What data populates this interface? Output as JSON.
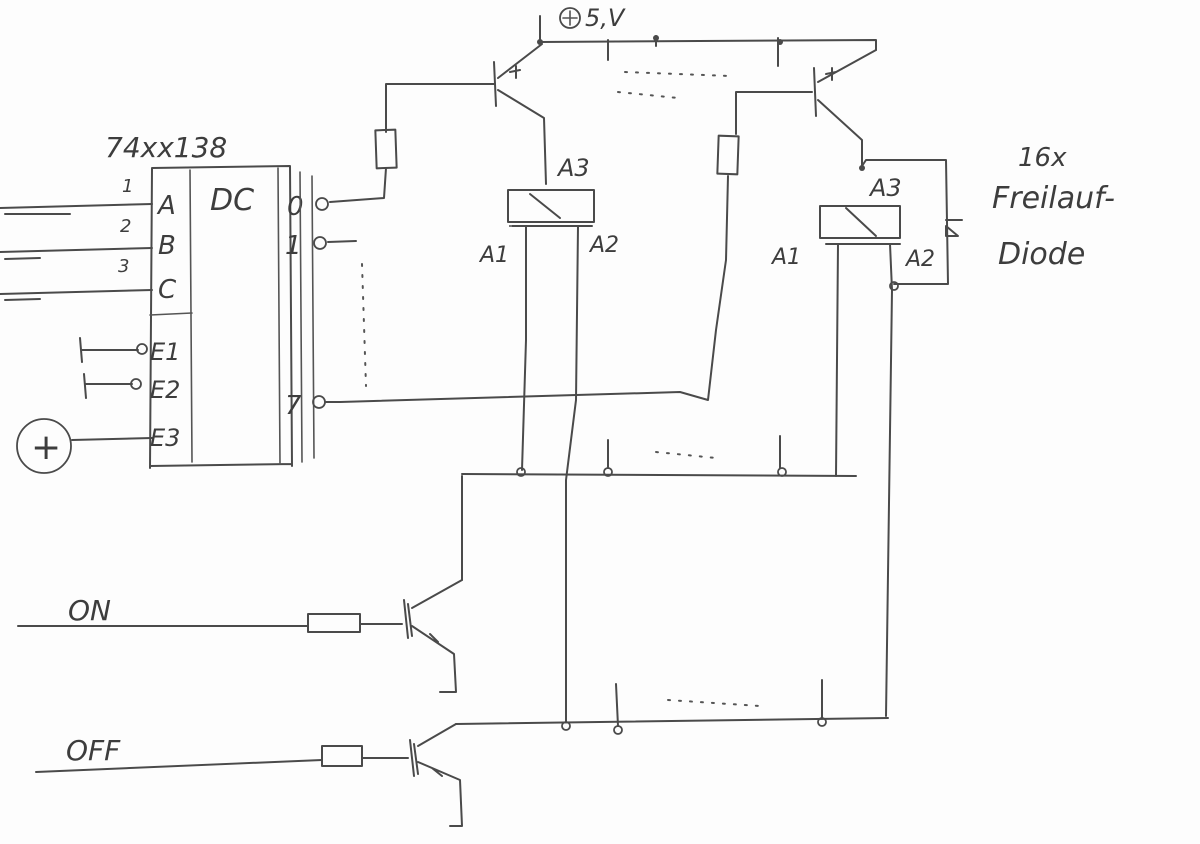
{
  "decoder": {
    "part_number": "74xx138",
    "block_label": "DC",
    "inputs": [
      {
        "number": "1",
        "pin": "A"
      },
      {
        "number": "2",
        "pin": "B"
      },
      {
        "number": "3",
        "pin": "C"
      }
    ],
    "enables": [
      "E1",
      "E2",
      "E3"
    ],
    "outputs": [
      "0",
      "1",
      "7"
    ]
  },
  "supply": {
    "label": "5,V",
    "ground_symbol": "+"
  },
  "relay_left": {
    "a3": "A3",
    "a1": "A1",
    "a2": "A2"
  },
  "relay_right": {
    "a3": "A3",
    "a1": "A1",
    "a2": "A2"
  },
  "diode_note": {
    "count": "16x",
    "line1": "Freilauf-",
    "line2": "Diode"
  },
  "control": {
    "on_label": "ON",
    "off_label": "OFF"
  }
}
